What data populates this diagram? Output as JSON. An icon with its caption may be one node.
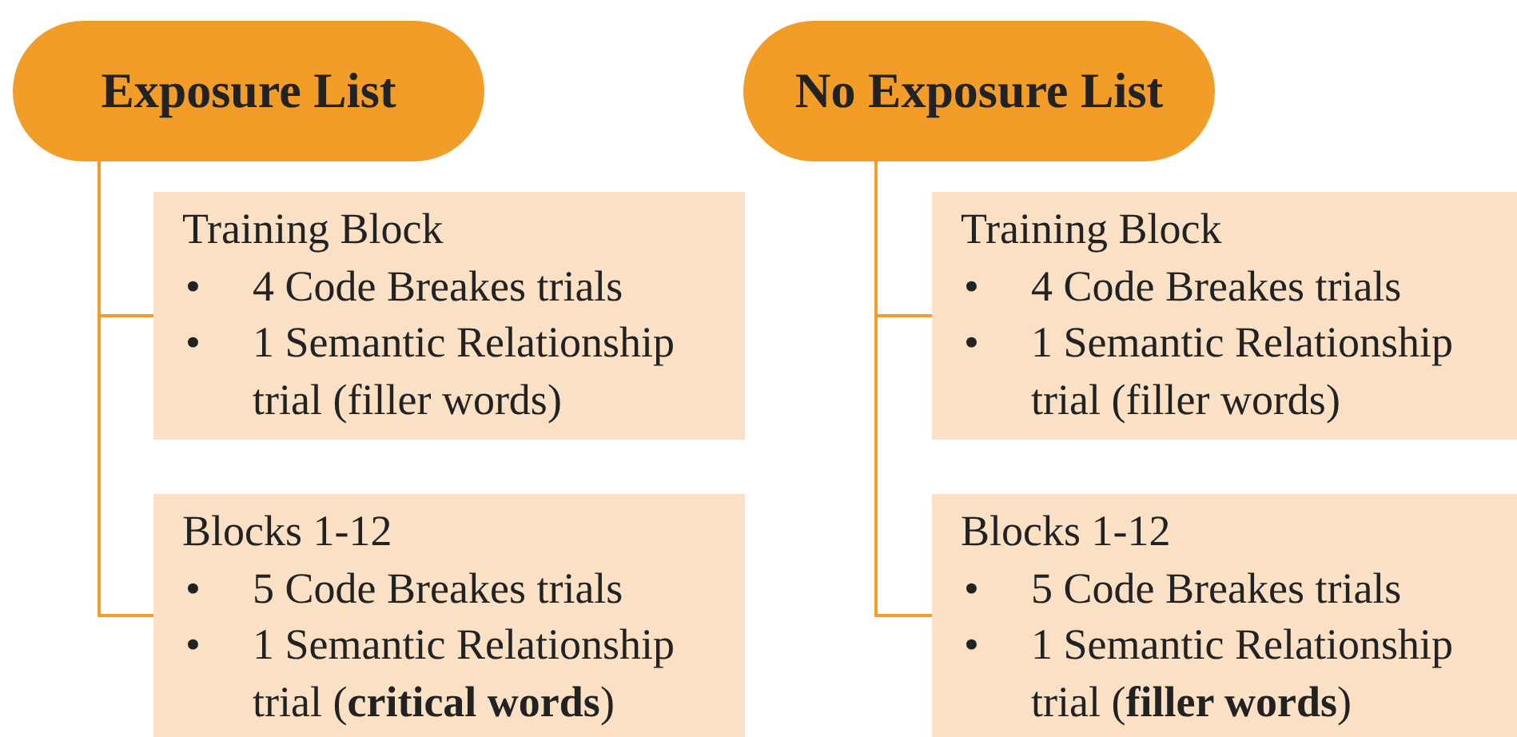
{
  "diagram": {
    "nodes": [
      {
        "text": [
          "Exposure List"
        ]
      },
      {
        "text": [
          "Training Block",
          "• 4 Code Breakes trials",
          "• 1 Semantic Relationship trial (filler words)"
        ]
      },
      {
        "text": [
          "Blocks 1-12",
          "• 5 Code Breakes trials",
          "• 1 Semantic Relationship trial (**critical words**)"
        ]
      },
      {
        "text": [
          "No Exposure List"
        ]
      },
      {
        "text": [
          "Training Block",
          "• 4 Code Breakes trials",
          "• 1 Semantic Relationship trial (filler words)"
        ]
      },
      {
        "text": [
          "Blocks 1-12",
          "• 5 Code Breakes trials",
          "• 1 Semantic Relationship trial (**filler words**)"
        ]
      }
    ],
    "edges": [
      {
        "from": 0,
        "to": 1,
        "arrow": "none"
      },
      {
        "from": 0,
        "to": 2,
        "arrow": "none"
      },
      {
        "from": 3,
        "to": 4,
        "arrow": "none"
      },
      {
        "from": 3,
        "to": 5,
        "arrow": "none"
      }
    ]
  }
}
